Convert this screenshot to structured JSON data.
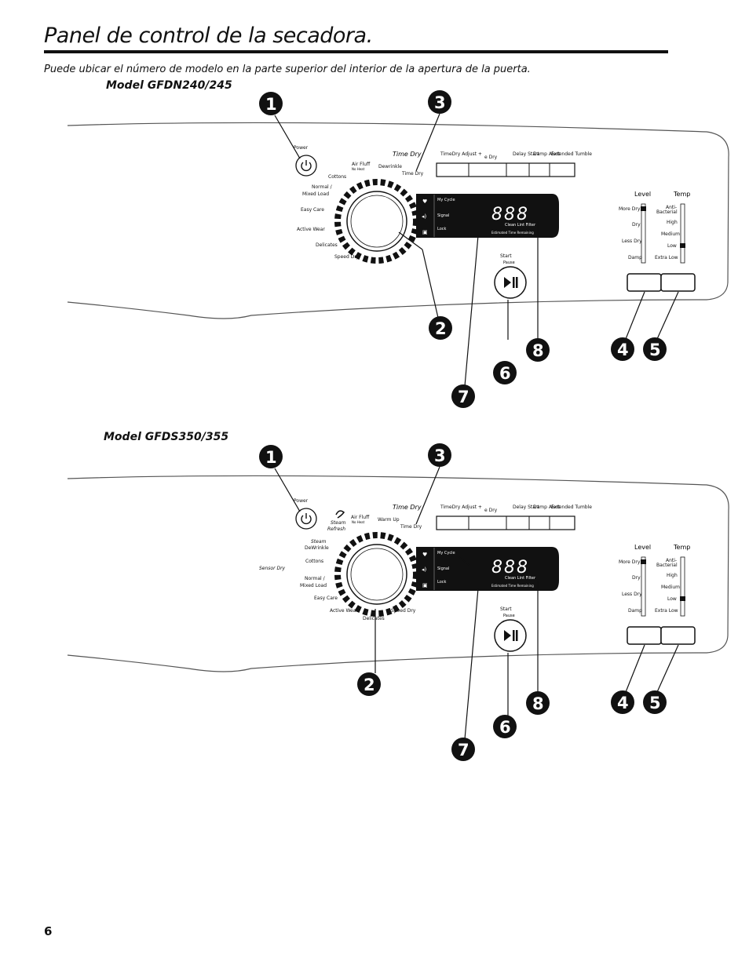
{
  "page": {
    "title": "Panel de control de la secadora.",
    "intro": "Puede ubicar el número de modelo en la parte superior del interior de la apertura de la puerta.",
    "page_number": "6"
  },
  "panels": [
    {
      "model": "Model GFDN240/245",
      "power_label": "Power",
      "time_dry_header": "Time Dry",
      "buttons": [
        "TimeDry Adjust +",
        "e Dry",
        "Delay Start",
        "Damp Alert",
        "Extended Tumble"
      ],
      "dial_labels": [
        "Air Fluff",
        "No Heat",
        "Dewrinkle",
        "Time Dry",
        "Cottons",
        "Normal /",
        "Mixed Load",
        "Easy Care",
        "Active Wear",
        "Delicates",
        "Speed Dry"
      ],
      "display_left": [
        "My Cycle",
        "Signal",
        "Lock"
      ],
      "display_digits": "888",
      "clean_lint": "Clean Lint Filter",
      "est_time": "Estimated Time Remaining",
      "start_label": "Start",
      "pause_label": "Pause",
      "level_label": "Level",
      "temp_label": "Temp",
      "level_options": [
        "More Dry",
        "Dry",
        "Less Dry",
        "Damp"
      ],
      "temp_options": [
        "Anti-",
        "Bacterial",
        "High",
        "Medium",
        "Low",
        "Extra Low"
      ],
      "callouts": [
        "1",
        "2",
        "3",
        "4",
        "5",
        "6",
        "7",
        "8"
      ]
    },
    {
      "model": "Model GFDS350/355",
      "power_label": "Power",
      "time_dry_header": "Time Dry",
      "buttons": [
        "TimeDry Adjust +",
        "e Dry",
        "Delay Start",
        "Damp Alert",
        "Extended Tumble"
      ],
      "dial_labels": [
        "Steam",
        "Refresh",
        "Air Fluff",
        "No Heat",
        "Warm Up",
        "Time Dry",
        "Steam",
        "DeWrinkle",
        "Sensor Dry",
        "Cottons",
        "Normal /",
        "Mixed Load",
        "Easy Care",
        "Active Wear",
        "Delicates",
        "Speed Dry"
      ],
      "display_left": [
        "My Cycle",
        "Signal",
        "Lock"
      ],
      "display_digits": "888",
      "clean_lint": "Clean Lint Filter",
      "est_time": "Estimated Time Remaining",
      "start_label": "Start",
      "pause_label": "Pause",
      "level_label": "Level",
      "temp_label": "Temp",
      "level_options": [
        "More Dry",
        "Dry",
        "Less Dry",
        "Damp"
      ],
      "temp_options": [
        "Anti-",
        "Bacterial",
        "High",
        "Medium",
        "Low",
        "Extra Low"
      ],
      "callouts": [
        "1",
        "2",
        "3",
        "4",
        "5",
        "6",
        "7",
        "8"
      ]
    }
  ]
}
